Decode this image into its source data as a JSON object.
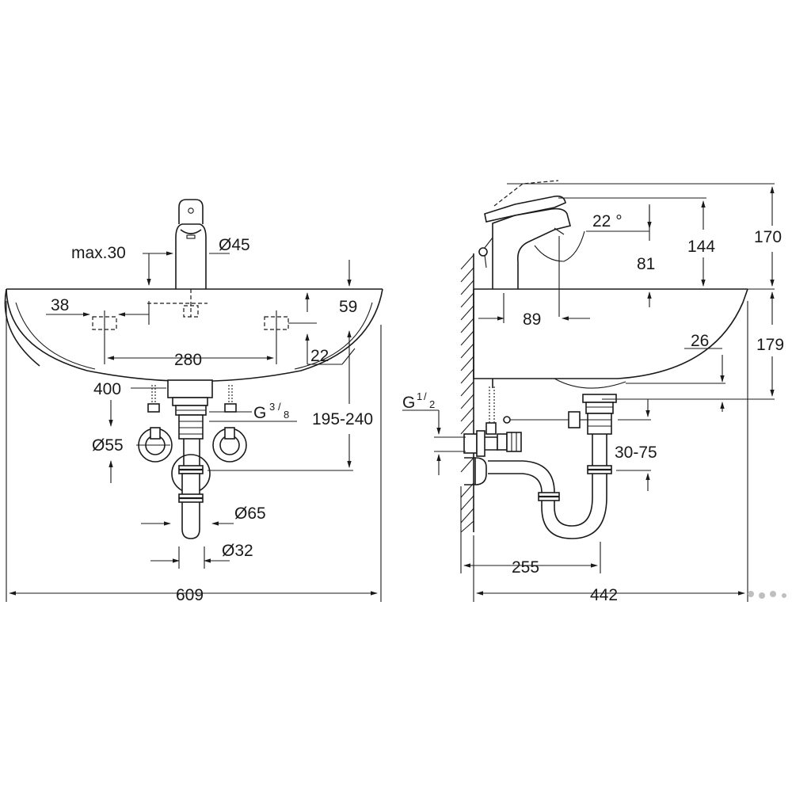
{
  "front_view": {
    "labels": {
      "max_30": "max.30",
      "d45": "Ø45",
      "v38": "38",
      "v59": "59",
      "v280": "280",
      "v22": "22",
      "v400": "400",
      "g38_main": "G",
      "g38_num": "3",
      "g38_den": "8",
      "v195_240": "195-240",
      "d55": "Ø55",
      "d65": "Ø65",
      "d32": "Ø32",
      "v609": "609"
    }
  },
  "side_view": {
    "labels": {
      "g12_main": "G",
      "g12_num": "1",
      "g12_den": "2",
      "angle_22": "22 °",
      "v144": "144",
      "v170": "170",
      "v81": "81",
      "v89": "89",
      "v26": "26",
      "v179": "179",
      "v30_75": "30-75",
      "v255": "255",
      "v442": "442"
    }
  }
}
